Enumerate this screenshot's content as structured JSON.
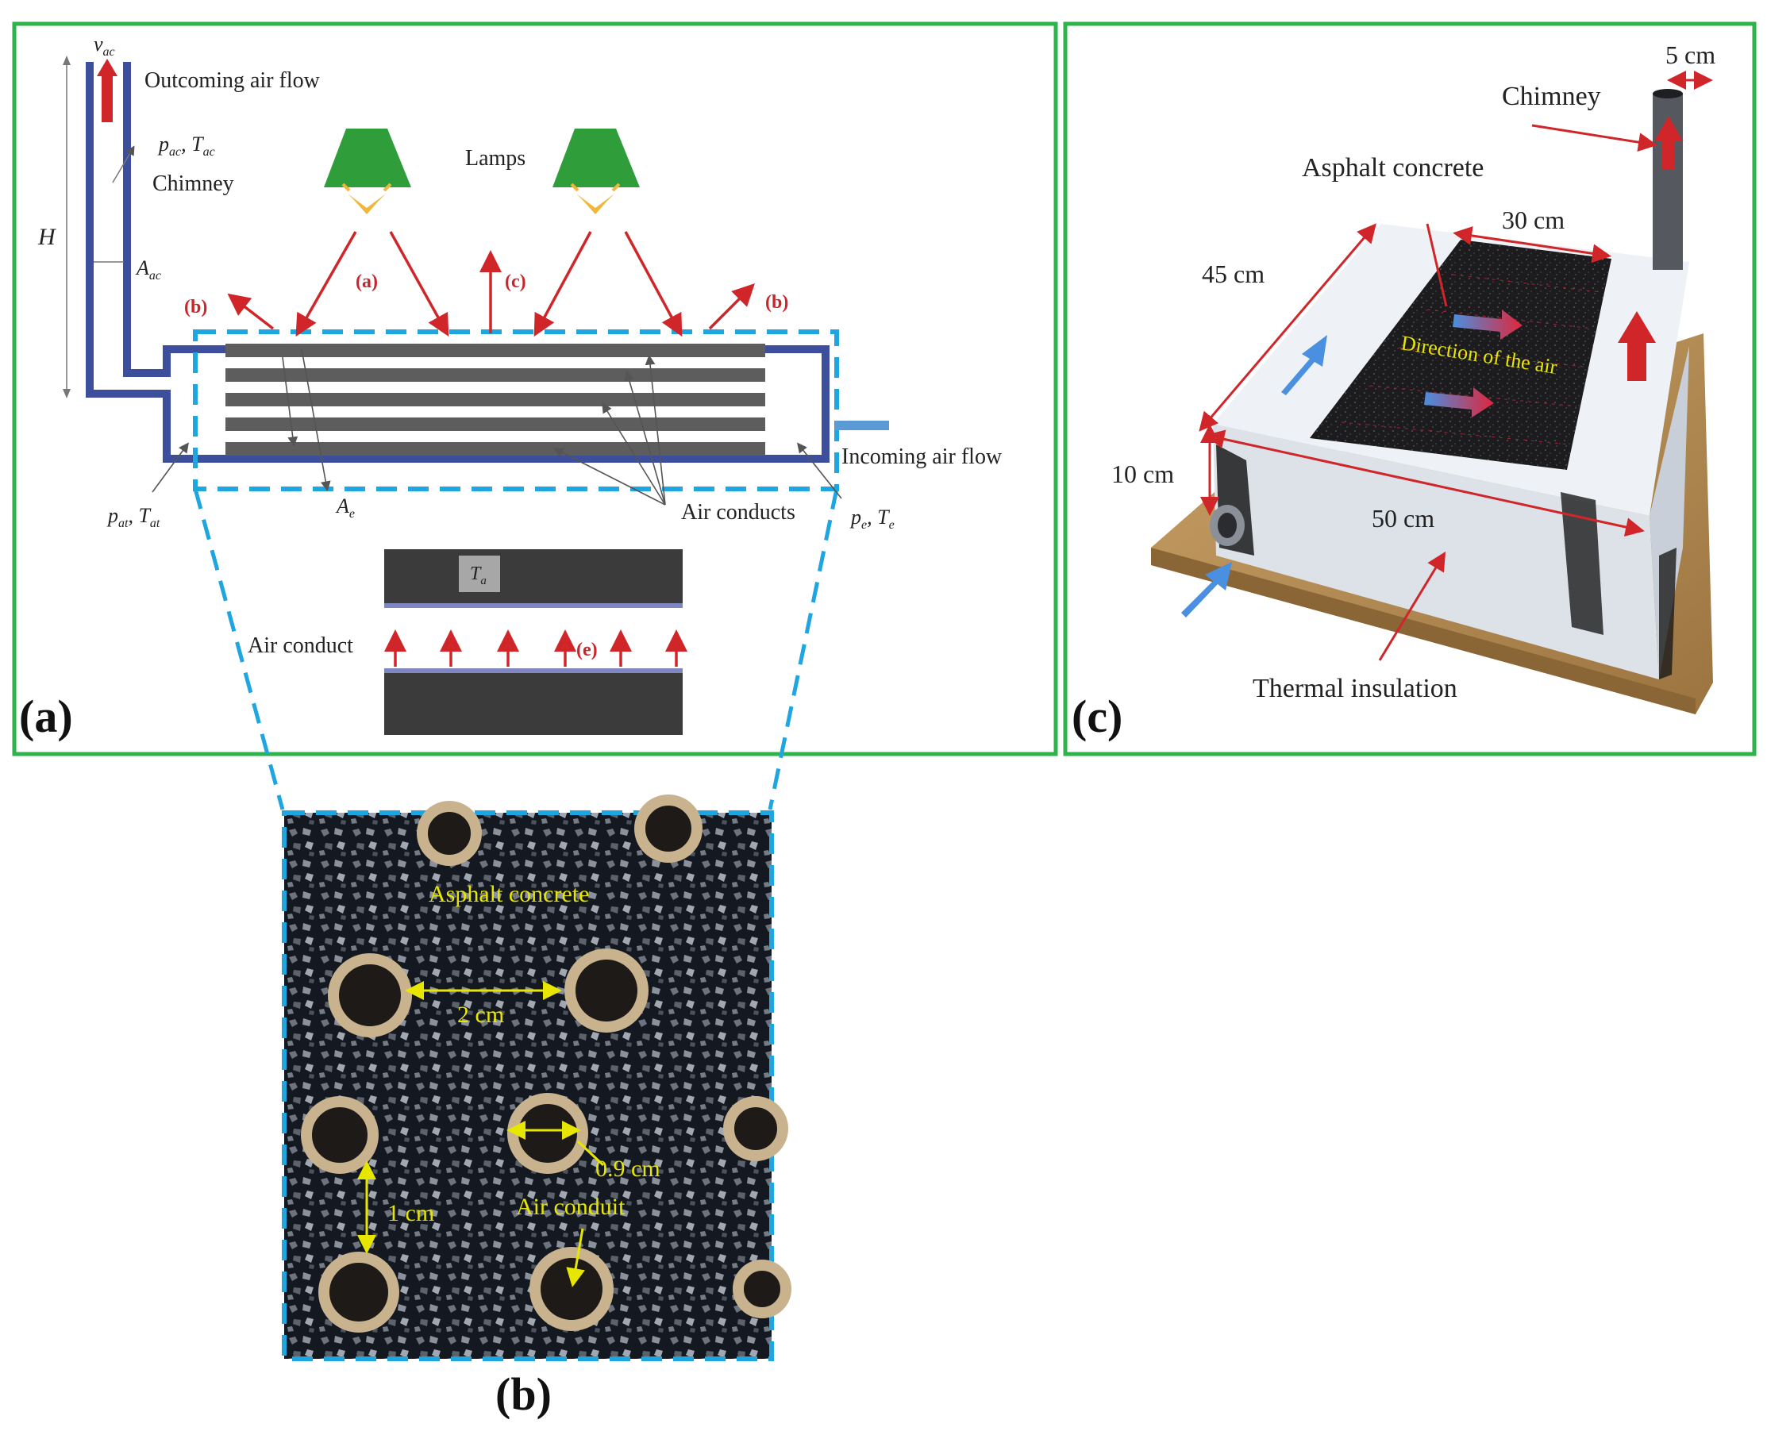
{
  "panels": {
    "a": {
      "letter": "(a)",
      "labels": {
        "v_ac": "v",
        "v_ac_sub": "ac",
        "outcoming": "Outcoming air flow",
        "p_ac": "p",
        "p_ac_sub": "ac",
        "t_ac": "T",
        "t_ac_sub": "ac",
        "chimney": "Chimney",
        "h": "H",
        "a_ac": "A",
        "a_ac_sub": "ac",
        "lamps": "Lamps",
        "a_arrow": "(a)",
        "b_left": "(b)",
        "b_right": "(b)",
        "c_arrow": "(c)",
        "incoming": "Incoming air flow",
        "p_at": "p",
        "p_at_sub": "at",
        "t_at": "T",
        "t_at_sub": "at",
        "a_e": "A",
        "a_e_sub": "e",
        "air_conducts": "Air conducts",
        "p_e": "p",
        "p_e_sub": "e",
        "t_e": "T",
        "t_e_sub": "e",
        "t_a": "T",
        "t_a_sub": "a",
        "air_conduct": "Air conduct",
        "e_arrow": "(e)"
      }
    },
    "b": {
      "letter": "(b)",
      "labels": {
        "asphalt": "Asphalt concrete",
        "d2": "2 cm",
        "d09": "0.9 cm",
        "d1": "1 cm",
        "air_conduit": "Air conduit"
      }
    },
    "c": {
      "letter": "(c)",
      "labels": {
        "d5": "5 cm",
        "chimney": "Chimney",
        "asphalt": "Asphalt concrete",
        "d30": "30 cm",
        "d45": "45 cm",
        "direction": "Direction of the air",
        "d10": "10 cm",
        "d50": "50 cm",
        "insulation": "Thermal insulation"
      }
    }
  },
  "colors": {
    "frame_green": "#2eb34a",
    "dash_blue": "#1fa6e0",
    "duct_blue": "#3d4f9c",
    "arrow_red": "#d0262a",
    "lamp_green": "#2f9e3a",
    "label_red": "#c8262c"
  }
}
